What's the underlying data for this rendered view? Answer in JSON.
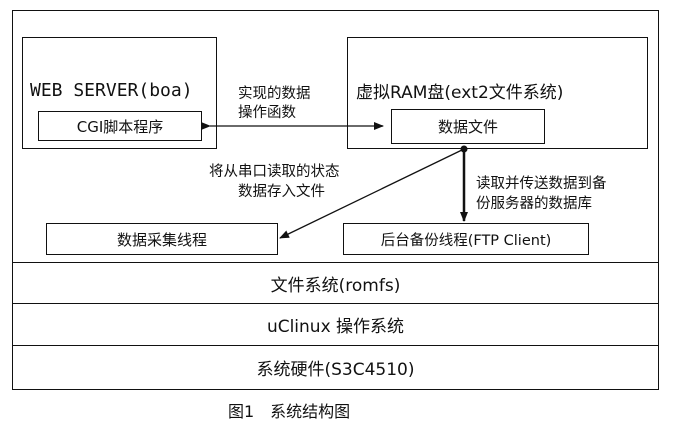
{
  "web_server": {
    "title": "WEB SERVER(boa)",
    "cgi": "CGI脚本程序"
  },
  "ram_disk": {
    "title": "虚拟RAM盘(ext2文件系统)",
    "data_file": "数据文件"
  },
  "annotations": {
    "impl_line1": "实现的数据",
    "impl_line2": "操作函数",
    "serial_line1": "将从串口读取的状态",
    "serial_line2": "数据存入文件",
    "backup_line1": "读取并传送数据到备",
    "backup_line2": "份服务器的数据库"
  },
  "threads": {
    "collect": "数据采集线程",
    "backup": "后台备份线程(FTP Client)"
  },
  "layers": {
    "fs": "文件系统(romfs)",
    "os": "uClinux 操作系统",
    "hw": "系统硬件(S3C4510)"
  },
  "caption": "图1　系统结构图"
}
